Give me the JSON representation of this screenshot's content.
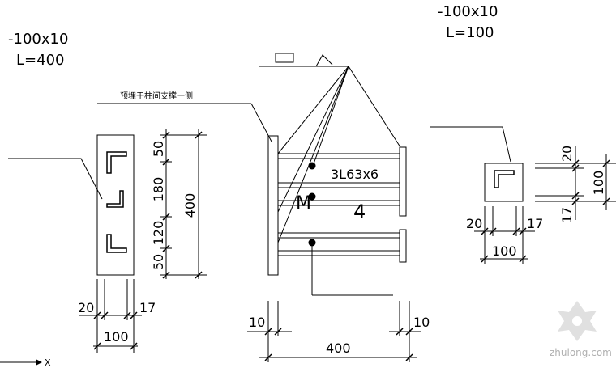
{
  "plate_left": {
    "spec_line1": "-100x10",
    "spec_line2": "L=400"
  },
  "plate_right": {
    "spec_line1": "-100x10",
    "spec_line2": "L=100"
  },
  "note": "预埋于柱间支撑一侧",
  "section_label": "3L63x6",
  "section_number": "4",
  "weld_mark": "M",
  "left_dims": {
    "d50_top": "50",
    "d180": "180",
    "d120": "120",
    "d50_bottom": "50",
    "overall": "400",
    "d20": "20",
    "d17": "17",
    "width": "100"
  },
  "right_dims": {
    "d20_v": "20",
    "d100_v": "100",
    "d17_v": "17",
    "d20_h": "20",
    "d17_h": "17",
    "width": "100"
  },
  "bottom_dims": {
    "d10_left": "10",
    "d10_right": "10",
    "overall": "400"
  },
  "axis_label": "X",
  "watermark": "zhulong.com"
}
